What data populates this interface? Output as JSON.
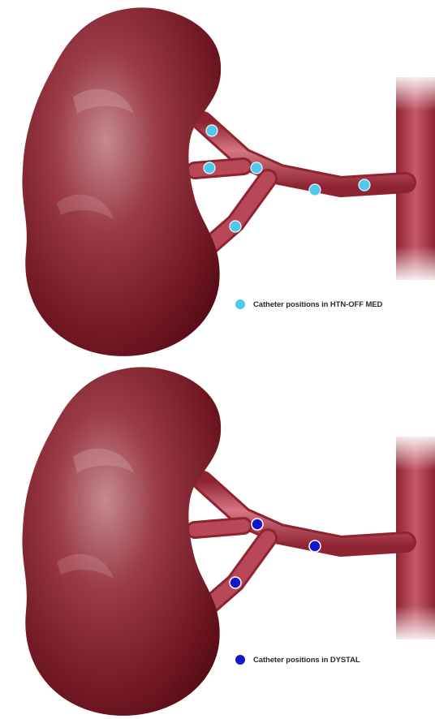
{
  "colors": {
    "kidney_dark": "#5a0d16",
    "kidney_mid": "#8e2a35",
    "kidney_light": "#c58a91",
    "vessel": "#a12d3c",
    "vessel_light": "#d77583",
    "htn_marker": "#4fc8ea",
    "dystal_marker": "#1018c8"
  },
  "panels": [
    {
      "legend_label": "Catheter positions in HTN-OFF MED",
      "marker_color": "#4fc8ea",
      "markers": [
        "upper-branch",
        "mid-branch-left",
        "mid-branch-right",
        "main-artery-proximal",
        "main-artery-distal",
        "lower-branch"
      ]
    },
    {
      "legend_label": "Catheter positions in DYSTAL",
      "marker_color": "#1018c8",
      "markers": [
        "mid-branch-right",
        "main-artery-proximal",
        "lower-branch"
      ]
    }
  ]
}
